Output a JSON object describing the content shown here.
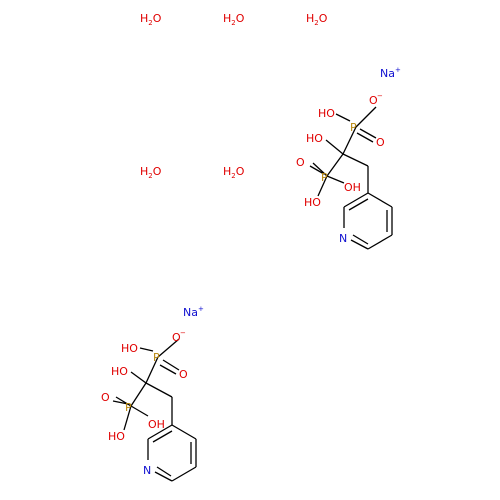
{
  "colors": {
    "oxygen": "#e00000",
    "phosphorus": "#b8860b",
    "nitrogen": "#1010d0",
    "sodium": "#1010d0",
    "bond": "#000000"
  },
  "water": {
    "h": "H",
    "sub": "2",
    "o": "O"
  },
  "sodium": {
    "symbol": "Na",
    "charge": "+"
  },
  "molecule": {
    "hydroxyl": "HO",
    "oxygen": "O",
    "phosphorus": "P",
    "nitrogen": "N",
    "minus": "−",
    "oh": "OH"
  }
}
